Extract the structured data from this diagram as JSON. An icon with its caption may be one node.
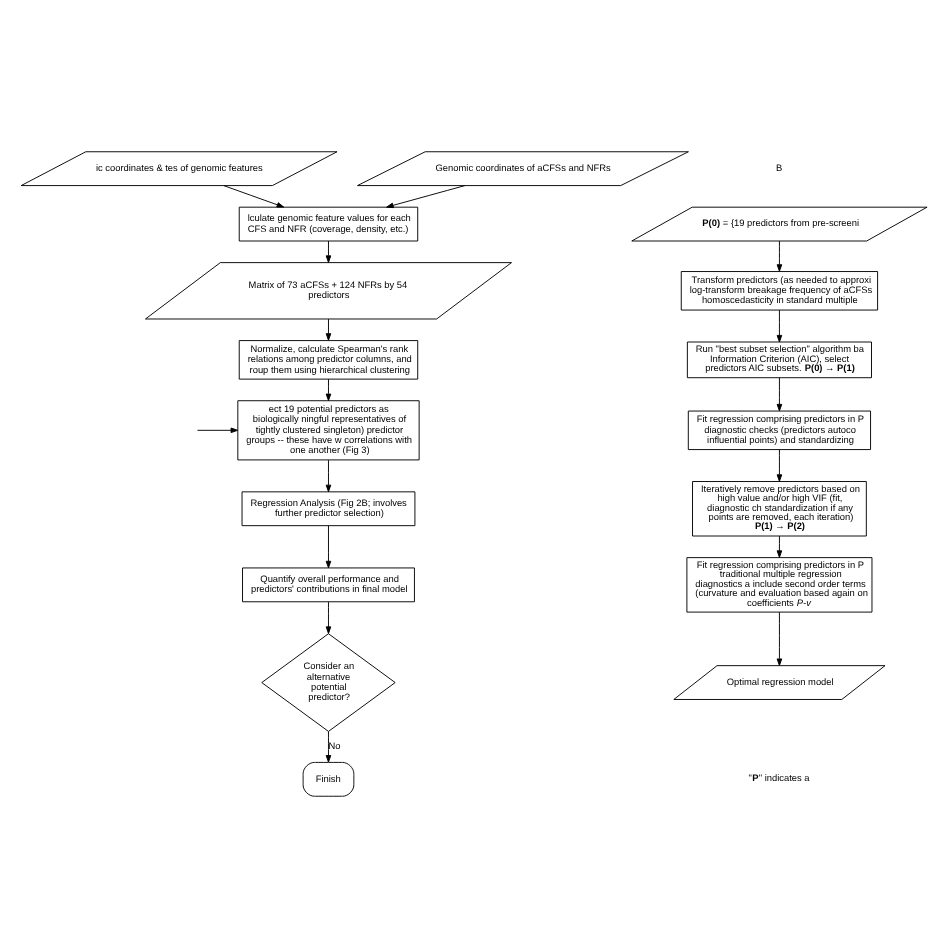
{
  "diagram": {
    "nodes": [
      {
        "text": [
          "ic coordinates & tes of genomic features"
        ]
      },
      {
        "text": [
          "Genomic coordinates of aCFSs and NFRs"
        ]
      },
      {
        "text": [
          "lculate genomic feature values for each CFS and NFR (coverage, density, etc.)"
        ]
      },
      {
        "text": [
          "Matrix of 73 aCFSs + 124 NFRs by 54 predictors"
        ]
      },
      {
        "text": [
          "Normalize, calculate Spearman's rank relations among predictor columns, and roup them using hierarchical clustering"
        ]
      },
      {
        "text": [
          "ect 19 potential predictors as biologically ningful representatives of tightly clustered singleton) predictor groups -- these have w correlations with one another (Fig 3)"
        ]
      },
      {
        "text": [
          "Regression Analysis (Fig 2B; involves further predictor selection)"
        ]
      },
      {
        "text": [
          "Quantify overall performance and predictors' contributions in final model"
        ]
      },
      {
        "text": [
          "Consider an alternative potential predictor?"
        ]
      },
      {
        "text": [
          "Finish"
        ]
      },
      {
        "text": [
          "**P(0)** = {19 predictors from pre-screeni"
        ]
      },
      {
        "text": [
          "Transform predictors (as needed to approxi log-transform breakage frequency of aCFSs homoscedasticity in standard multiple"
        ]
      },
      {
        "text": [
          "Run \"best subset selection\" algorithm ba Information Criterion (AIC), select predictors AIC subsets. **P(0) → P(1)**"
        ]
      },
      {
        "text": [
          "Fit regression comprising predictors in P diagnostic checks (predictors autoco influential points) and standardizing"
        ]
      },
      {
        "text": [
          "Iteratively remove predictors based on high value and/or high VIF (fit, diagnostic ch standardization if any points are removed, each iteration) **P(1) → P(2)**"
        ]
      },
      {
        "text": [
          "Fit regression comprising predictors in P traditional multiple regression diagnostics a include second order terms (curvature and evaluation based again on coefficients *P-v*"
        ]
      },
      {
        "text": [
          "Optimal regression model"
        ]
      }
    ],
    "edges": [
      {
        "from": 0,
        "to": 2,
        "arrow": "to"
      },
      {
        "from": 1,
        "to": 2,
        "arrow": "to"
      },
      {
        "from": 2,
        "to": 3,
        "arrow": "to"
      },
      {
        "from": 3,
        "to": 4,
        "arrow": "to"
      },
      {
        "from": 4,
        "to": 5,
        "arrow": "to"
      },
      {
        "from": null,
        "to": 5,
        "arrow": "to"
      },
      {
        "from": 5,
        "to": 6,
        "arrow": "to"
      },
      {
        "from": 6,
        "to": 7,
        "arrow": "to"
      },
      {
        "from": 7,
        "to": 8,
        "arrow": "to"
      },
      {
        "from": 8,
        "to": 9,
        "arrow": "to",
        "label": "No"
      },
      {
        "from": 10,
        "to": 11,
        "arrow": "to"
      },
      {
        "from": 11,
        "to": 12,
        "arrow": "to"
      },
      {
        "from": 12,
        "to": 13,
        "arrow": "to"
      },
      {
        "from": 13,
        "to": 14,
        "arrow": "to"
      },
      {
        "from": 14,
        "to": 15,
        "arrow": "to"
      },
      {
        "from": 15,
        "to": 16,
        "arrow": "to"
      }
    ],
    "labels": [
      "B",
      "\"**P**\" indicates a"
    ]
  }
}
